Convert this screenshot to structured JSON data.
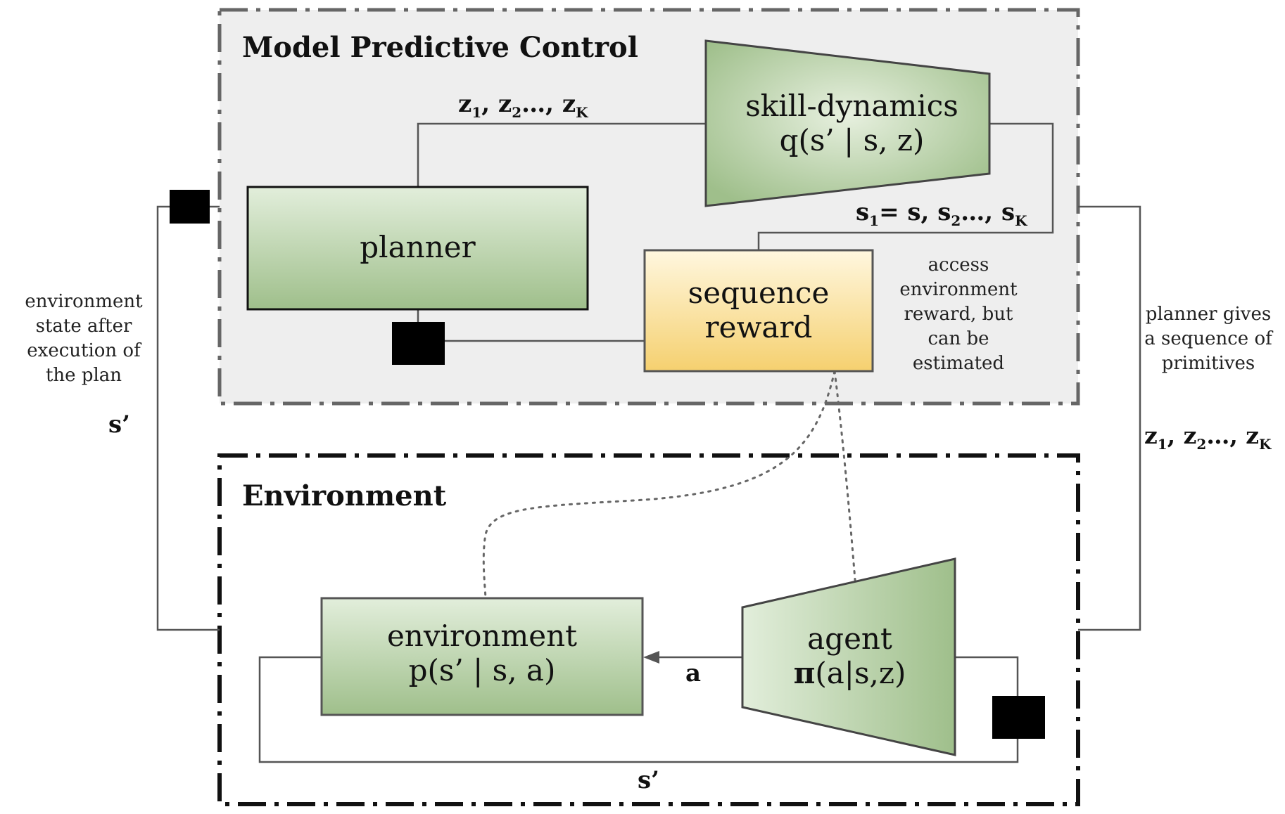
{
  "regions": {
    "mpc_title": "Model Predictive Control",
    "env_title": "Environment"
  },
  "nodes": {
    "skill_dynamics": {
      "line1": "skill-dynamics",
      "line2": "q(s’ | s, z)"
    },
    "planner": {
      "label": "planner"
    },
    "sequence_reward": {
      "line1": "sequence",
      "line2": "reward"
    },
    "environment": {
      "line1": "environment",
      "line2": "p(s’ | s, a)"
    },
    "agent": {
      "line1": "agent",
      "line2_symbol": "π",
      "line2_rest": "(a|s,z)"
    }
  },
  "notes": {
    "reward_note": [
      "access",
      "environment",
      "reward, but",
      "can be",
      "estimated"
    ],
    "left_note": [
      "environment",
      "state after",
      "execution of",
      "the plan"
    ],
    "right_note": [
      "planner gives",
      "a sequence of",
      "primitives"
    ]
  },
  "edge_labels": {
    "z_seq_top": {
      "a": "z",
      "a_sub": "1",
      "b": ", z",
      "b_sub": "2",
      "c": "…, z",
      "c_sub": "K"
    },
    "s_seq": {
      "a": "s",
      "a_sub": "1",
      "b": "= s, s",
      "b_sub": "2",
      "c": "…, s",
      "c_sub": "K"
    },
    "z_seq_right": {
      "a": "z",
      "a_sub": "1",
      "b": ", z",
      "b_sub": "2",
      "c": "…, z",
      "c_sub": "K"
    },
    "s_prime_left": "s’",
    "s_prime_bottom": "s’",
    "action": "a"
  },
  "colors": {
    "green_light": "#e2eedb",
    "green_dark": "#9fbf8b",
    "yellow_light": "#fff4d6",
    "yellow_dark": "#f5d06f",
    "mpc_bg": "#eeeeee",
    "border_dash": "#555555",
    "line": "#555555"
  },
  "icons": [
    "delay-block-icon",
    "arrow-head-icon"
  ]
}
